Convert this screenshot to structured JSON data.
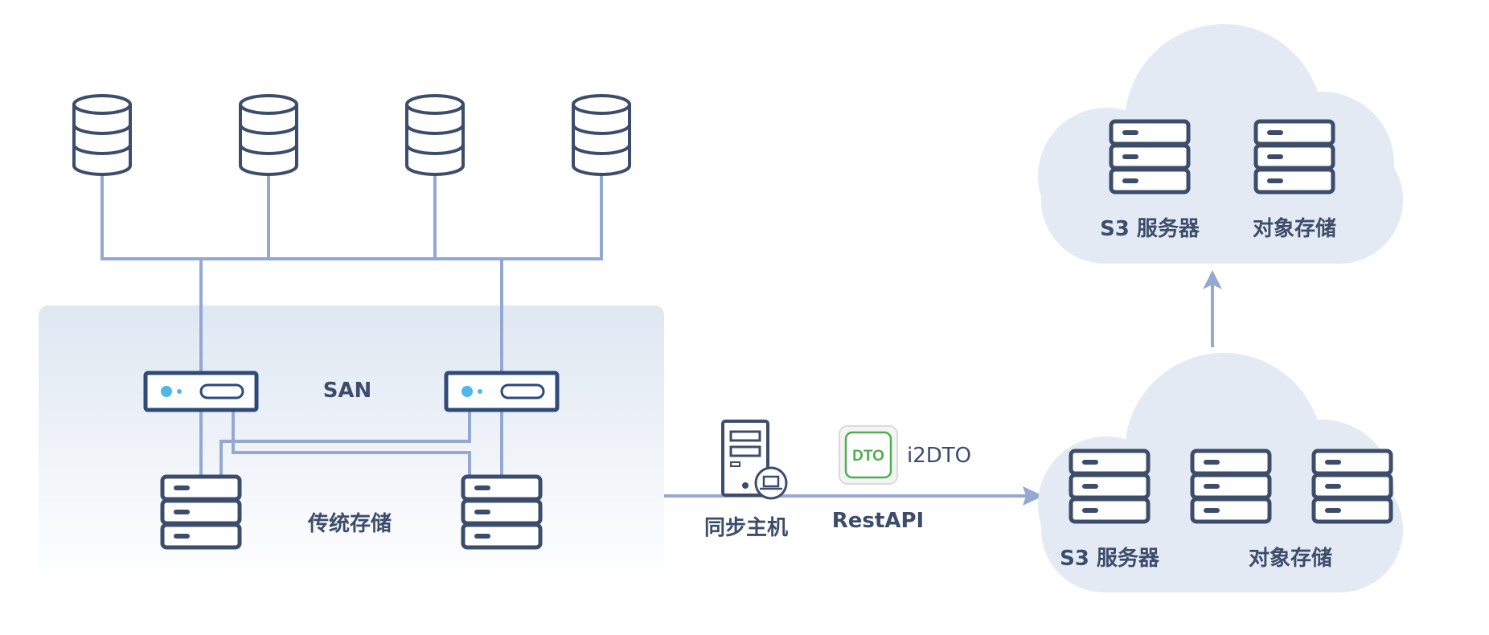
{
  "diagram": {
    "san_label": "SAN",
    "traditional_storage_label": "传统存储",
    "sync_host_label": "同步主机",
    "dto_badge": "DTO",
    "product_label": "i2DTO",
    "api_label": "RestAPI",
    "cloud_top": {
      "server_label": "S3 服务器",
      "storage_label": "对象存储"
    },
    "cloud_bottom": {
      "server_label": "S3 服务器",
      "storage_label": "对象存储"
    }
  },
  "colors": {
    "line": "#94a9d1",
    "icon_stroke": "#3c4d6b",
    "cloud_fill": "#e3eaf4",
    "panel_top": "#dfe7f2",
    "san_led": "#4fb8e6",
    "dto_green": "#4caf50"
  }
}
